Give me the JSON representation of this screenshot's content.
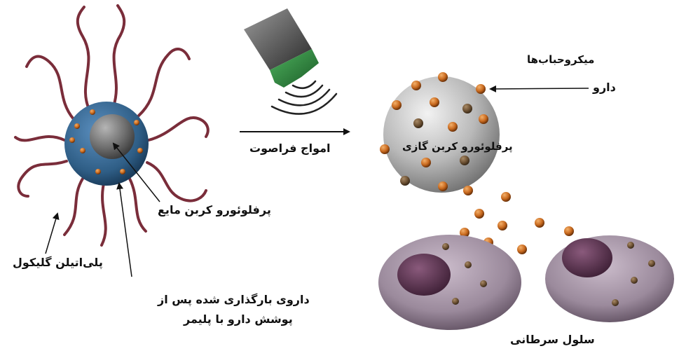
{
  "labels": {
    "microbubbles": "میکروحباب‌ها",
    "drug": "دارو",
    "perfluorocarbon_gas": "پرفلوئورو کربن گازی",
    "ultrasound_waves": "امواج فراصوت",
    "liquid_perfluorocarbon": "پرفلوئورو کربن مایع",
    "polyethylene_glycol": "پلی‌اتیلن گلیکول",
    "loaded_drug_line1": "داروی بارگذاری شده پس از",
    "loaded_drug_line2": "پوشش دارو با پلیمر",
    "cancer_cells": "سلول سرطانی"
  },
  "colors": {
    "peg_chain": "#7a2d3a",
    "shell_blue": "#2f5e86",
    "core_gray": "#6e6e6e",
    "drug_orange": "#c96a1f",
    "cell_purple": "#9b8a9c",
    "nucleus": "#5e3450",
    "transducer_green": "#2e8a3e"
  }
}
